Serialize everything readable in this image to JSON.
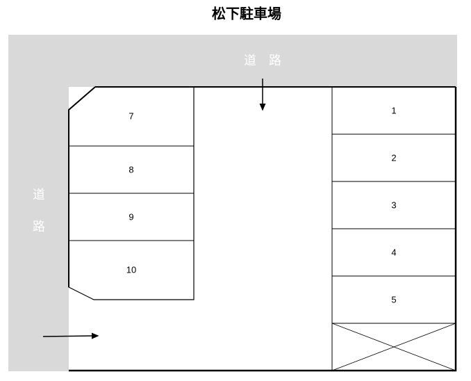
{
  "title": "松下駐車場",
  "road_top": "道　路",
  "road_left": [
    "道",
    "路"
  ],
  "spaces_right": [
    "1",
    "2",
    "3",
    "4",
    "5"
  ],
  "spaces_left": [
    "7",
    "8",
    "9",
    "10"
  ],
  "colors": {
    "road": "#d9d9d9",
    "lot": "#ffffff",
    "line": "#000000"
  }
}
